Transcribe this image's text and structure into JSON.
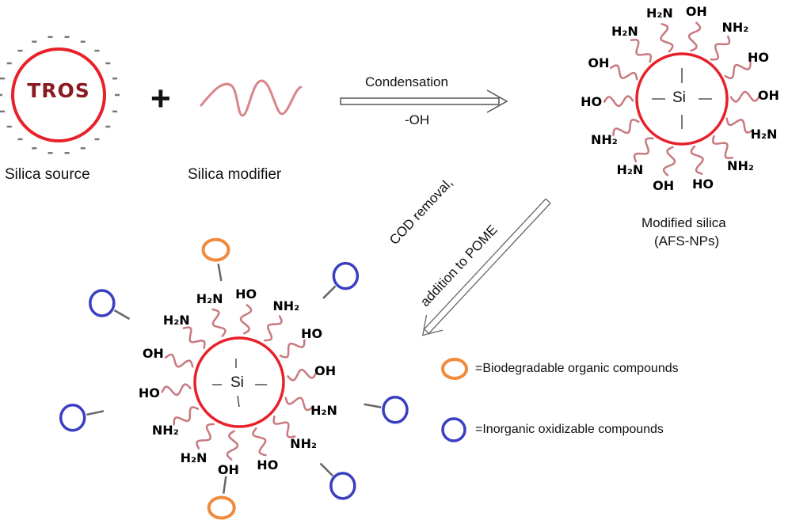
{
  "title": "Synthesis and application of amine-functionalized silica nanoparticles (AFS-NPs)",
  "reactants": {
    "silica_source": {
      "core_label": "TROS",
      "caption": "Silica source"
    },
    "plus_sign": "+",
    "silica_modifier": {
      "caption": "Silica modifier"
    }
  },
  "condensation_arrow": {
    "top_label": "Condensation",
    "bottom_label": "-OH"
  },
  "modified_silica": {
    "core_label": "Si",
    "caption_line1": "Modified silica",
    "caption_line2": "(AFS-NPs)",
    "groups": [
      "H₂N",
      "OH",
      "NH₂",
      "HO",
      "OH",
      "H₂N",
      "NH₂",
      "HO",
      "OH",
      "H₂N",
      "NH₂",
      "HO",
      "OH",
      "H₂N"
    ]
  },
  "application_arrow": {
    "line1": "COD removal,",
    "line2": "addition to POME"
  },
  "loaded_silica": {
    "core_label": "Si",
    "groups": [
      "H₂N",
      "HO",
      "NH₂",
      "HO",
      "OH",
      "H₂N",
      "NH₂",
      "HO",
      "OH",
      "H₂N",
      "NH₂",
      "HO",
      "OH",
      "H₂N"
    ]
  },
  "legend": {
    "items": [
      {
        "color": "#f08a3c",
        "label": "=Biodegradable organic compounds"
      },
      {
        "color": "#3a3fc0",
        "label": "=Inorganic oxidizable compounds"
      }
    ]
  },
  "colors": {
    "core_ring": "#e8202a",
    "chain": "#c87a80",
    "tros_text": "#8b1a22",
    "organic": "#f08a3c",
    "inorganic": "#3a3fc0"
  }
}
